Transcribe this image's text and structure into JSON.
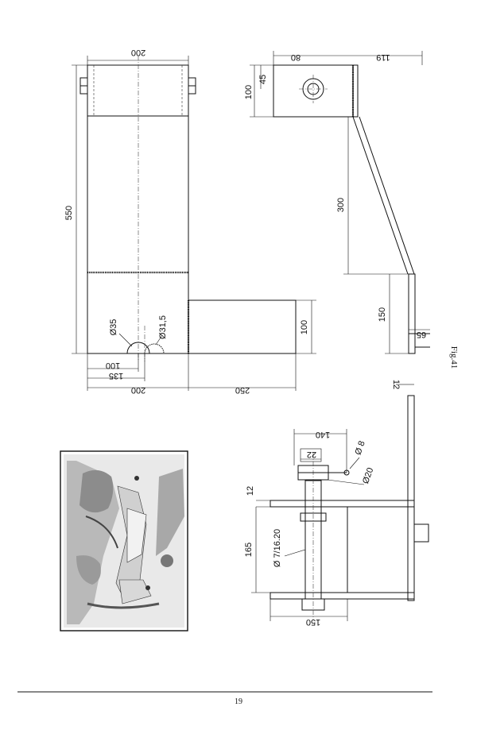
{
  "page": {
    "number": "19",
    "figure_label": "Fig.41"
  },
  "left_view": {
    "dim_top_width": "200",
    "dim_total_height": "550",
    "dim_arm_height": "100",
    "dim_hole_large": "Ø35",
    "dim_hole_small": "Ø31,5",
    "dim_100": "100",
    "dim_135": "135",
    "dim_200": "200",
    "dim_250": "250"
  },
  "right_view": {
    "dim_80": "80",
    "dim_119": "119",
    "dim_45": "45",
    "dim_100": "100",
    "dim_300": "300",
    "dim_150": "150",
    "dim_65": "65"
  },
  "bottom_view": {
    "dim_12_top": "12",
    "dim_140": "140",
    "dim_22": "22",
    "dim_8": "Ø 8",
    "dim_20": "Ø20",
    "dim_12_left": "12",
    "dim_165": "165",
    "dim_thread": "Ø 7/16.20",
    "dim_150": "150"
  }
}
